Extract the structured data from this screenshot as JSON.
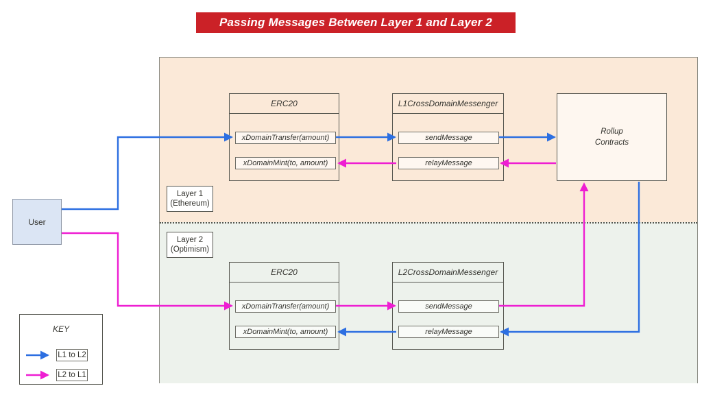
{
  "title": "Passing Messages Between Layer 1 and Layer 2",
  "colors": {
    "banner_bg": "#cb2127",
    "l1_to_l2_arrow": "#2d6fe1",
    "l2_to_l1_arrow": "#ee1ed2",
    "layer1_bg": "#fbe9d8",
    "layer2_bg": "#edf2ec",
    "user_box_bg": "#dbe5f4"
  },
  "user": {
    "label": "User"
  },
  "layer1": {
    "region_label": [
      "Layer 1",
      "(Ethereum)"
    ],
    "erc20": {
      "title": "ERC20",
      "methods": [
        "xDomainTransfer(amount)",
        "xDomainMint(to, amount)"
      ]
    },
    "messenger": {
      "title": "L1CrossDomainMessenger",
      "methods": [
        "sendMessage",
        "relayMessage"
      ]
    },
    "rollup": {
      "label": [
        "Rollup",
        "Contracts"
      ]
    }
  },
  "layer2": {
    "region_label": [
      "Layer 2",
      "(Optimism)"
    ],
    "erc20": {
      "title": "ERC20",
      "methods": [
        "xDomainTransfer(amount)",
        "xDomainMint(to, amount)"
      ]
    },
    "messenger": {
      "title": "L2CrossDomainMessenger",
      "methods": [
        "sendMessage",
        "relayMessage"
      ]
    }
  },
  "key": {
    "title": "KEY",
    "entries": [
      {
        "label": "L1 to L2",
        "color": "#2d6fe1"
      },
      {
        "label": "L2 to L1",
        "color": "#ee1ed2"
      }
    ]
  }
}
